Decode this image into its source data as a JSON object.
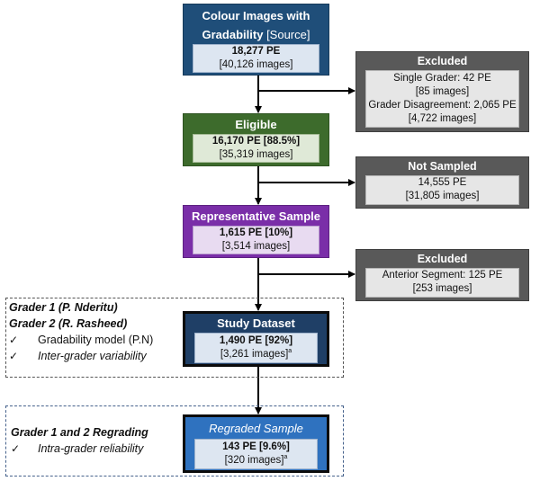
{
  "source": {
    "title_line1": "Colour Images with",
    "title_line2_bold": "Gradability",
    "title_line2_tag": "[Source]",
    "count": "18,277 PE",
    "images": "[40,126 images]"
  },
  "eligible": {
    "title": "Eligible",
    "count": "16,170 PE [88.5%]",
    "images": "[35,319 images]"
  },
  "sample": {
    "title": "Representative Sample",
    "count": "1,615 PE [10%]",
    "images": "[3,514 images]"
  },
  "study": {
    "title": "Study Dataset",
    "count": "1,490 PE [92%]",
    "images": "[3,261 images]",
    "superscript": "a"
  },
  "regraded": {
    "title": "Regraded Sample",
    "count": "143 PE [9.6%]",
    "images": "[320 images]",
    "superscript": "a"
  },
  "excluded1": {
    "title": "Excluded",
    "line1": "Single Grader: 42 PE",
    "line2": "[85 images]",
    "line3": "Grader Disagreement: 2,065 PE",
    "line4": "[4,722 images]"
  },
  "not_sampled": {
    "title": "Not Sampled",
    "line1": "14,555 PE",
    "line2": "[31,805 images]"
  },
  "excluded2": {
    "title": "Excluded",
    "line1": "Anterior Segment: 125 PE",
    "line2": "[253 images]"
  },
  "graders_panel": {
    "grader1": "Grader 1 (P. Nderitu)",
    "grader2": "Grader 2 (R. Rasheed)",
    "item1": "Gradability model (P.N)",
    "item2": "Inter-grader variability",
    "check": "✓"
  },
  "regrade_panel": {
    "title": "Grader 1 and 2 Regrading",
    "item1": "Intra-grader reliability",
    "check": "✓"
  },
  "colors": {
    "source": "#1f4e79",
    "eligible": "#3d6b2c",
    "sample": "#7a2ea8",
    "study": "#1f3f66",
    "regraded": "#2f72bf",
    "excluded": "#595959"
  }
}
